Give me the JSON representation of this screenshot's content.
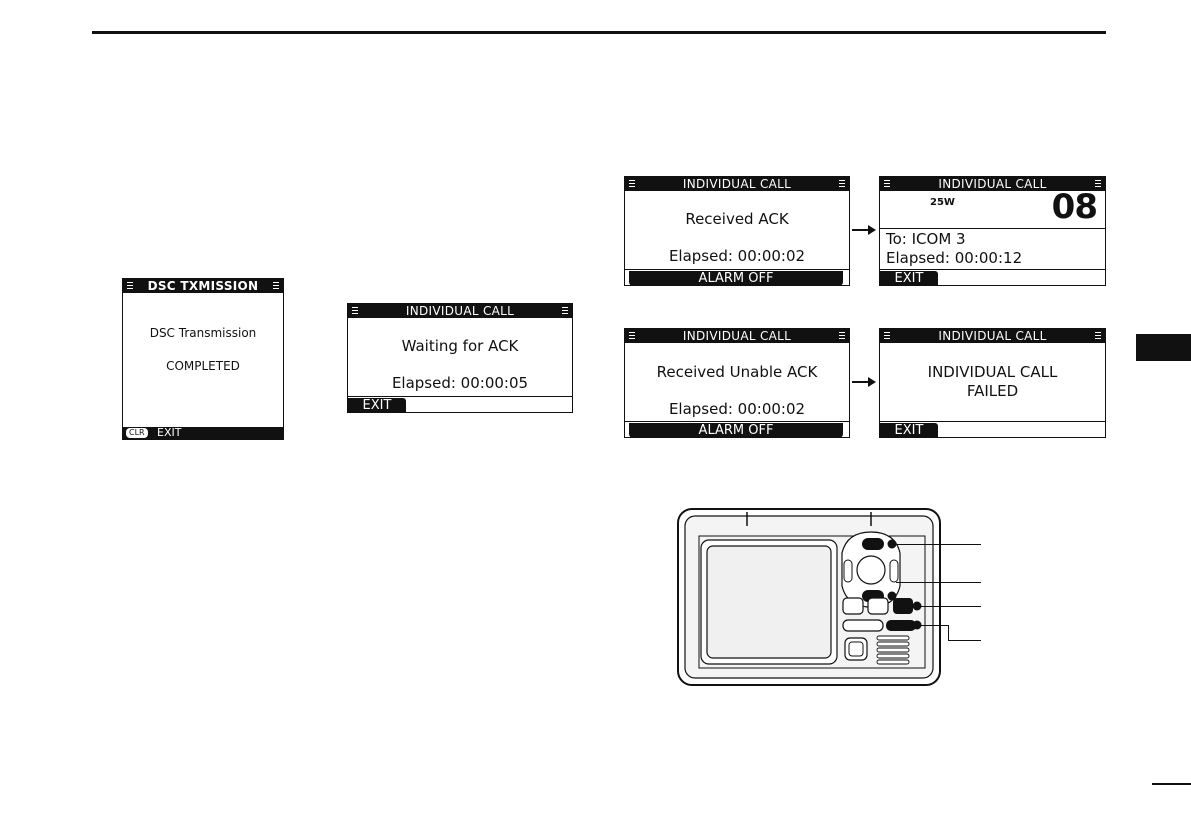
{
  "screens": {
    "dsc_txmission": {
      "title": "DSC TXMISSION",
      "line1": "DSC Transmission",
      "line2": "COMPLETED",
      "clr_key": "CLR",
      "exit_label": "EXIT"
    },
    "waiting_ack": {
      "title": "INDIVIDUAL CALL",
      "message": "Waiting for ACK",
      "elapsed": "Elapsed: 00:00:05",
      "softkey": "EXIT"
    },
    "received_ack": {
      "title": "INDIVIDUAL CALL",
      "message": "Received ACK",
      "elapsed": "Elapsed: 00:00:02",
      "softkey": "ALARM OFF"
    },
    "channel_screen": {
      "title": "INDIVIDUAL CALL",
      "power": "25W",
      "channel": "08",
      "to": "To: ICOM 3",
      "elapsed": "Elapsed: 00:00:12",
      "softkey": "EXIT"
    },
    "received_unable_ack": {
      "title": "INDIVIDUAL CALL",
      "message": "Received Unable ACK",
      "elapsed": "Elapsed: 00:00:02",
      "softkey": "ALARM OFF"
    },
    "call_failed": {
      "title": "INDIVIDUAL CALL",
      "line1": "INDIVIDUAL CALL",
      "line2": "FAILED",
      "softkey": "EXIT"
    }
  },
  "icons": [
    "menu-lines-icon",
    "arrow-right-icon",
    "radio-front-panel-illustration"
  ],
  "colors": {
    "ink": "#111111",
    "paper": "#ffffff"
  }
}
